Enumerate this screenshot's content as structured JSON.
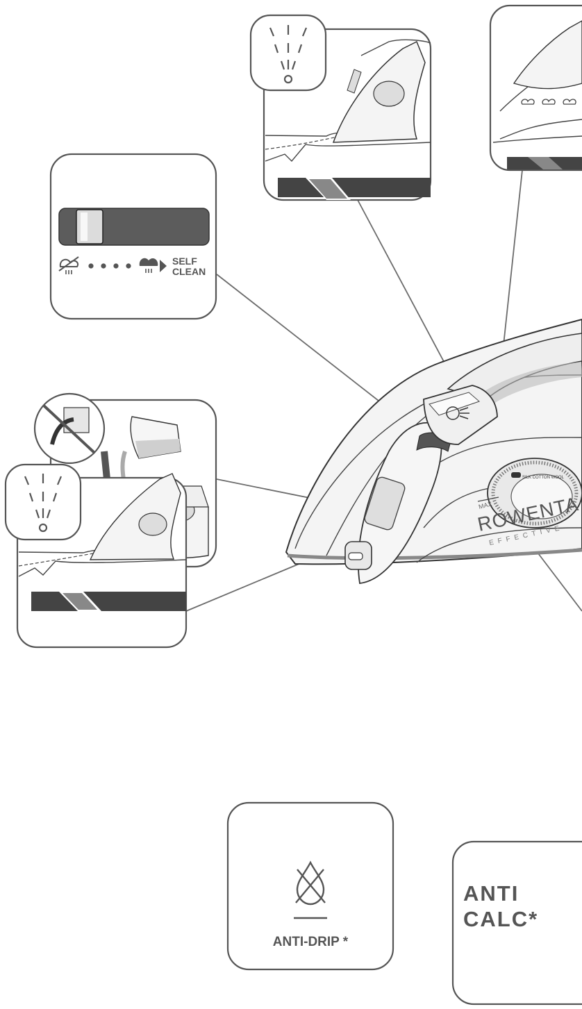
{
  "figure": {
    "slider_panel": {
      "label_line1": "SELF",
      "label_line2": "CLEAN",
      "icons": [
        "no-steam-icon",
        "dot-icon",
        "dot-icon",
        "dot-icon",
        "dot-icon",
        "max-steam-icon",
        "arrow-right-icon"
      ]
    },
    "iron": {
      "brand_text": "ROWENTA",
      "brand_sub": "EFFECTIVE",
      "max_label": "MAX",
      "dial_text": "SILK  COTTON  WOOL"
    },
    "cards": {
      "anti_drip": {
        "label": "ANTI-DRIP *",
        "icon": "no-drip-icon"
      },
      "anti_calc": {
        "line1": "ANTI",
        "line2": "CALC*"
      }
    },
    "colors": {
      "outline": "#555555",
      "slider_dark": "#5c5c5c",
      "label_grey": "#555555"
    }
  }
}
